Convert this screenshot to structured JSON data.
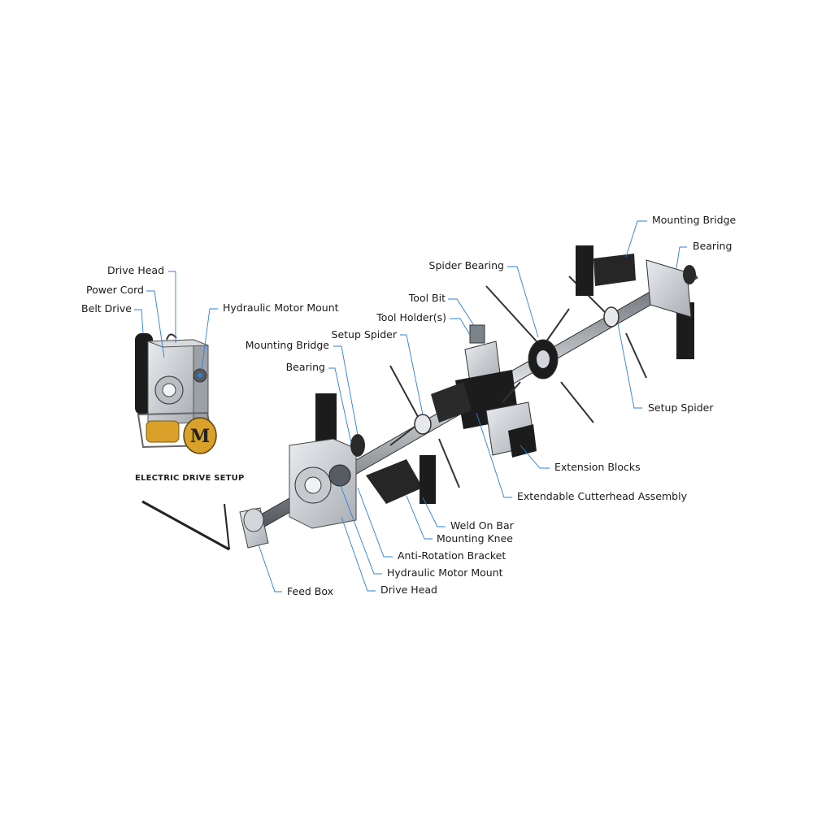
{
  "colors": {
    "leader": "#2b7fd8",
    "metal": "#c9cdd2",
    "metal_dark": "#7d838a",
    "black": "#1c1c1c",
    "motor_gold": "#d9a12a"
  },
  "caption": "Electric Drive Setup",
  "labels": {
    "drive_head_top": "Drive Head",
    "power_cord": "Power Cord",
    "belt_drive": "Belt Drive",
    "hyd_motor_mount_top": "Hydraulic Motor Mount",
    "mounting_bridge_left": "Mounting Bridge",
    "bearing_left": "Bearing",
    "setup_spider_left": "Setup Spider",
    "tool_holders": "Tool Holder(s)",
    "tool_bit": "Tool Bit",
    "spider_bearing": "Spider Bearing",
    "mounting_bridge_right": "Mounting Bridge",
    "bearing_right": "Bearing",
    "setup_spider_right": "Setup Spider",
    "extension_blocks": "Extension Blocks",
    "extendable_cutterhead": "Extendable Cutterhead Assembly",
    "weld_on_bar": "Weld On Bar",
    "mounting_knee": "Mounting Knee",
    "anti_rotation_bracket": "Anti-Rotation Bracket",
    "hyd_motor_mount_bottom": "Hydraulic Motor Mount",
    "drive_head_bottom": "Drive Head",
    "feed_box": "Feed Box"
  }
}
